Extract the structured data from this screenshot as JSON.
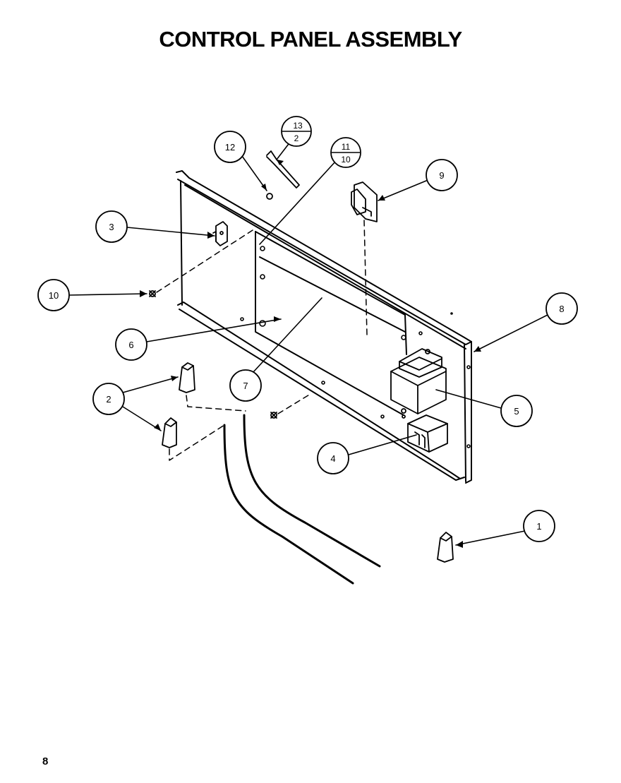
{
  "title": "CONTROL PANEL ASSEMBLY",
  "page_number": "8",
  "callouts": {
    "c1": "1",
    "c2": "2",
    "c3": "3",
    "c4": "4",
    "c5": "5",
    "c6": "6",
    "c7": "7",
    "c8": "8",
    "c9": "9",
    "c10": "10",
    "c12": "12",
    "c13_top": "13",
    "c13_bottom": "2",
    "c11_top": "11",
    "c11_bottom": "10"
  }
}
